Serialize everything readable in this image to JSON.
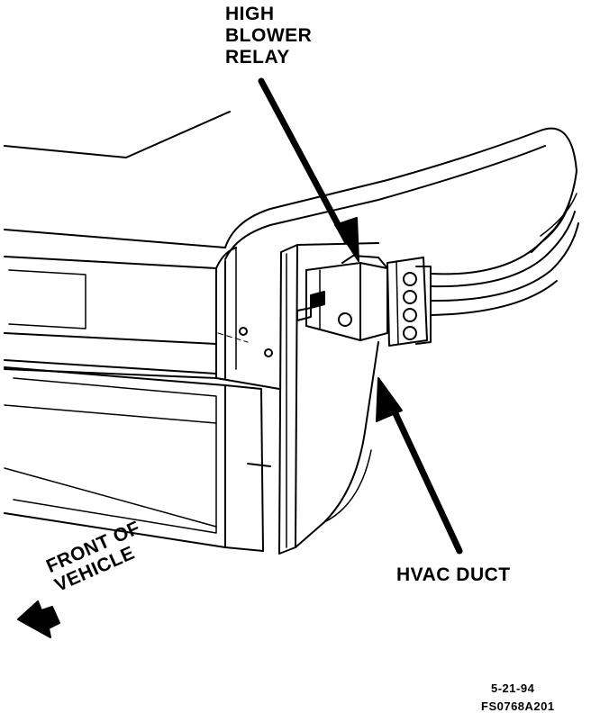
{
  "labels": {
    "relay_line1": "HIGH",
    "relay_line2": "BLOWER",
    "relay_line3": "RELAY",
    "duct": "HVAC DUCT",
    "front_line1": "FRONT OF",
    "front_line2": "VEHICLE",
    "date": "5-21-94",
    "figure_id": "FS0768A201"
  },
  "colors": {
    "ink": "#000000",
    "paper": "#ffffff"
  }
}
